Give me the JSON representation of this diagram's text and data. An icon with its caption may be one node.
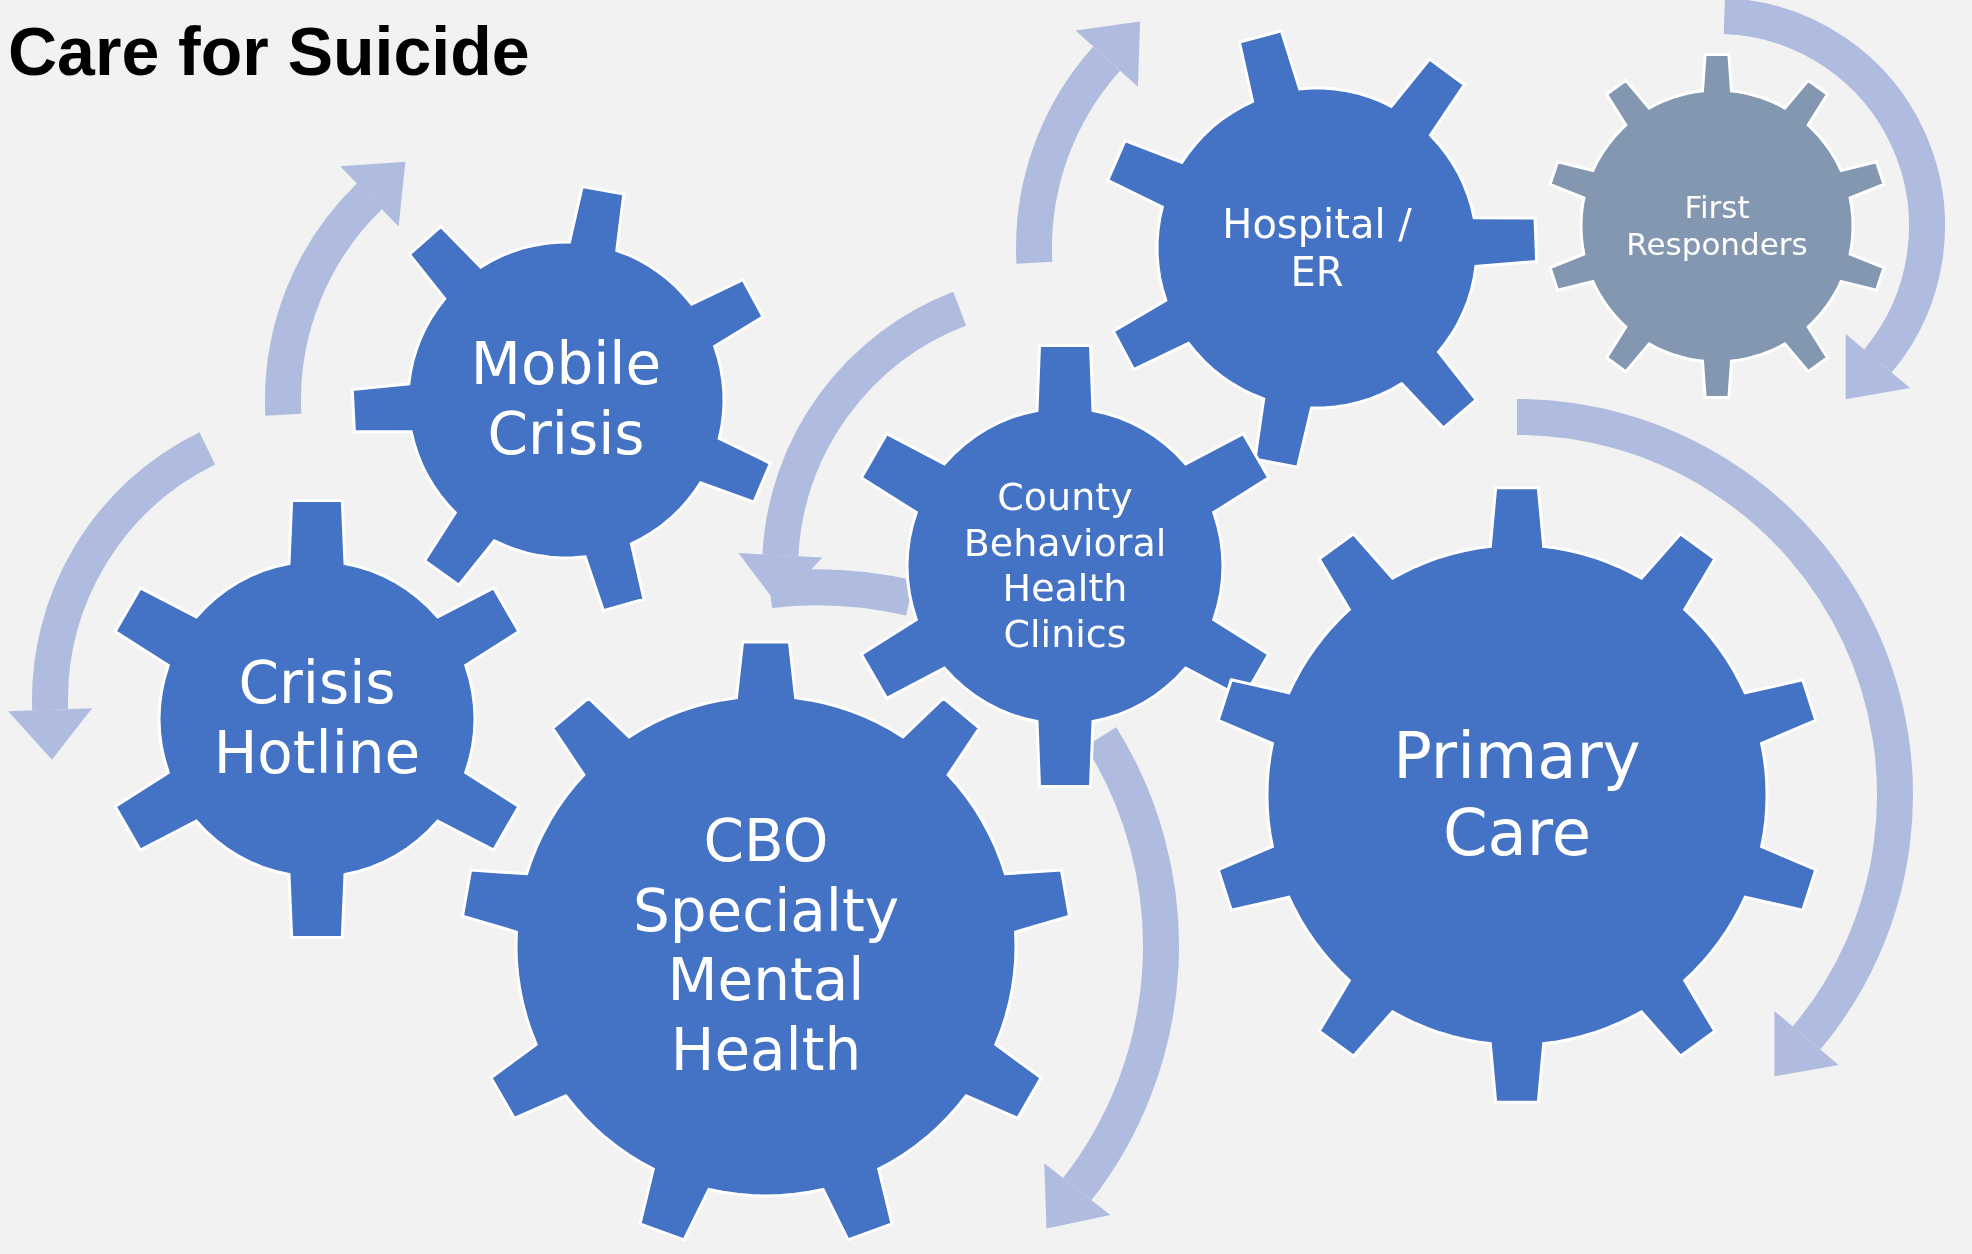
{
  "diagram": {
    "title": "Care for Suicide",
    "nodes": [
      {
        "text": [
          "Mobile Crisis"
        ]
      },
      {
        "text": [
          "Hospital / ER"
        ]
      },
      {
        "text": [
          "First Responders"
        ]
      },
      {
        "text": [
          "County Behavioral Health Clinics"
        ]
      },
      {
        "text": [
          "Crisis Hotline"
        ]
      },
      {
        "text": [
          "Primary Care"
        ]
      },
      {
        "text": [
          "CBO Specialty Mental Health"
        ]
      }
    ]
  }
}
